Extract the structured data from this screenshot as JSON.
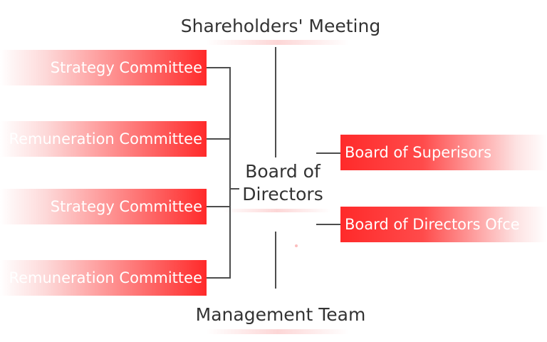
{
  "top": {
    "title": "Shareholders' Meeting"
  },
  "bottom": {
    "title": "Management Team"
  },
  "center": {
    "line1": "Board of",
    "line2": "Directors"
  },
  "left_committees": [
    {
      "label": "Strategy Committee"
    },
    {
      "label": "Remuneration Committee"
    },
    {
      "label": "Strategy Committee"
    },
    {
      "label": "Remuneration Committee"
    }
  ],
  "right_boards": [
    {
      "label": "Board of Superisors"
    },
    {
      "label": "Board of Directors Ofce"
    }
  ],
  "colors": {
    "accent": "#ff2a2a",
    "text": "#333333",
    "line": "#4d4d4d"
  }
}
